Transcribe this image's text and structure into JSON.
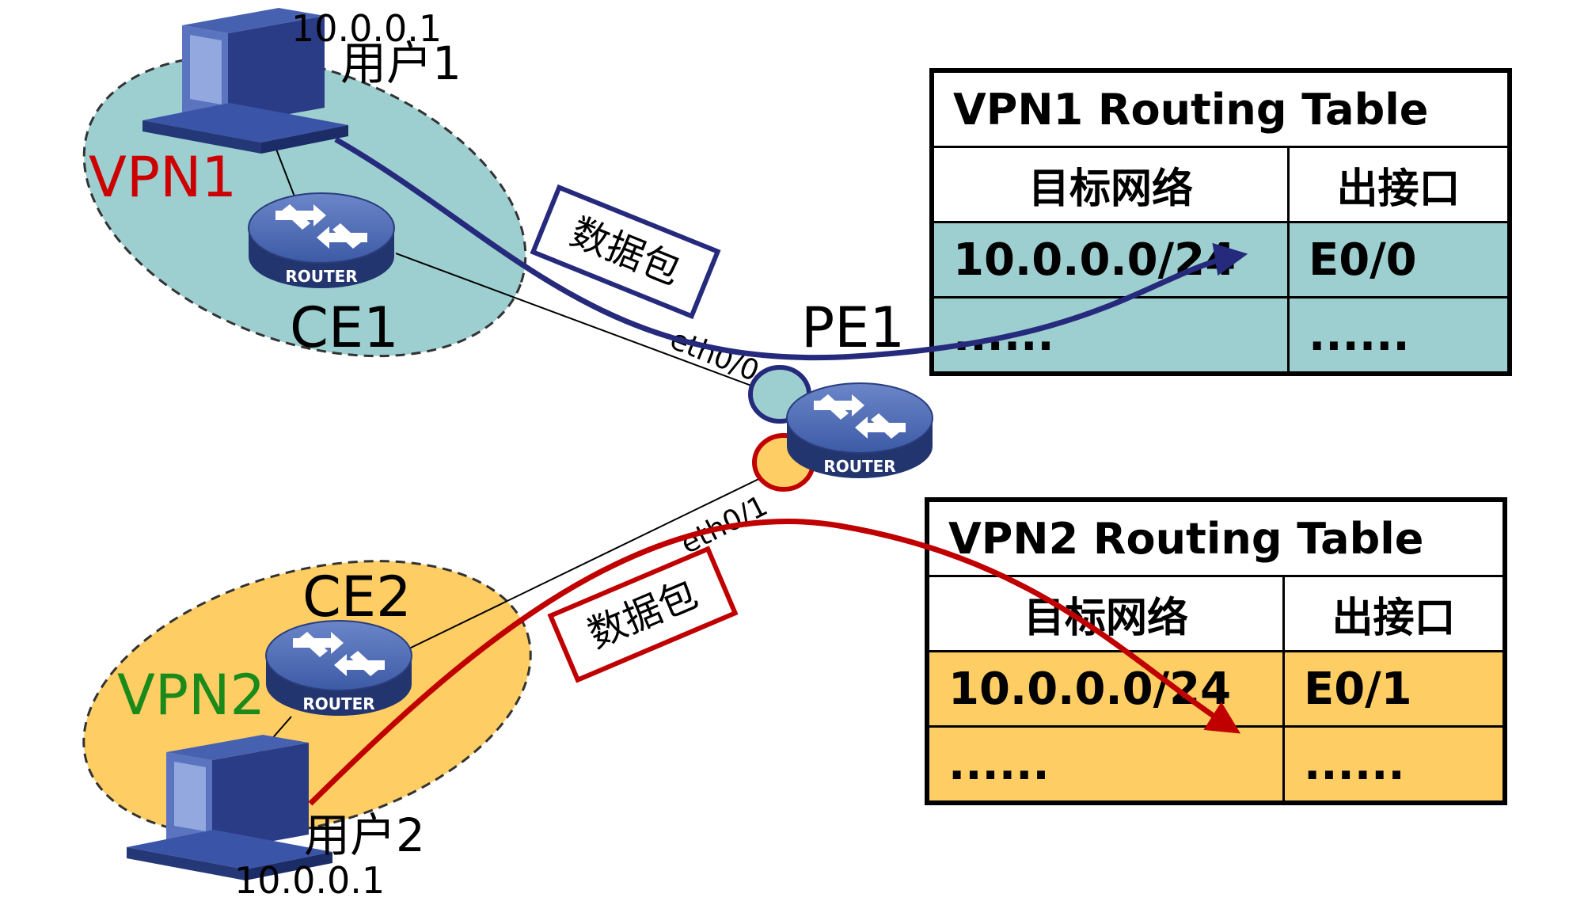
{
  "nodes": {
    "user1": {
      "label": "用户1",
      "ip": "10.0.0.1"
    },
    "user2": {
      "label": "用户2",
      "ip": "10.0.0.1"
    },
    "ce1": {
      "label": "CE1"
    },
    "ce2": {
      "label": "CE2"
    },
    "pe1": {
      "label": "PE1"
    },
    "router_text": "ROUTER"
  },
  "vpns": {
    "vpn1": {
      "label": "VPN1",
      "color": "#cc0000",
      "fill": "#9dcfd0"
    },
    "vpn2": {
      "label": "VPN2",
      "color": "#1a8a1a",
      "fill": "#fecd64"
    }
  },
  "interfaces": {
    "eth0": "eth0/0",
    "eth1": "eth0/1"
  },
  "packets": {
    "packet1": "数据包",
    "packet2": "数据包",
    "color1": "#262a7c",
    "color2": "#c00000"
  },
  "tables": {
    "vpn1": {
      "title": "VPN1 Routing Table",
      "headers": [
        "目标网络",
        "出接口"
      ],
      "rows": [
        [
          "10.0.0.0/24",
          "E0/0"
        ],
        [
          "......",
          "......"
        ]
      ]
    },
    "vpn2": {
      "title": "VPN2 Routing Table",
      "headers": [
        "目标网络",
        "出接口"
      ],
      "rows": [
        [
          "10.0.0.0/24",
          "E0/1"
        ],
        [
          "......",
          "......"
        ]
      ]
    }
  }
}
